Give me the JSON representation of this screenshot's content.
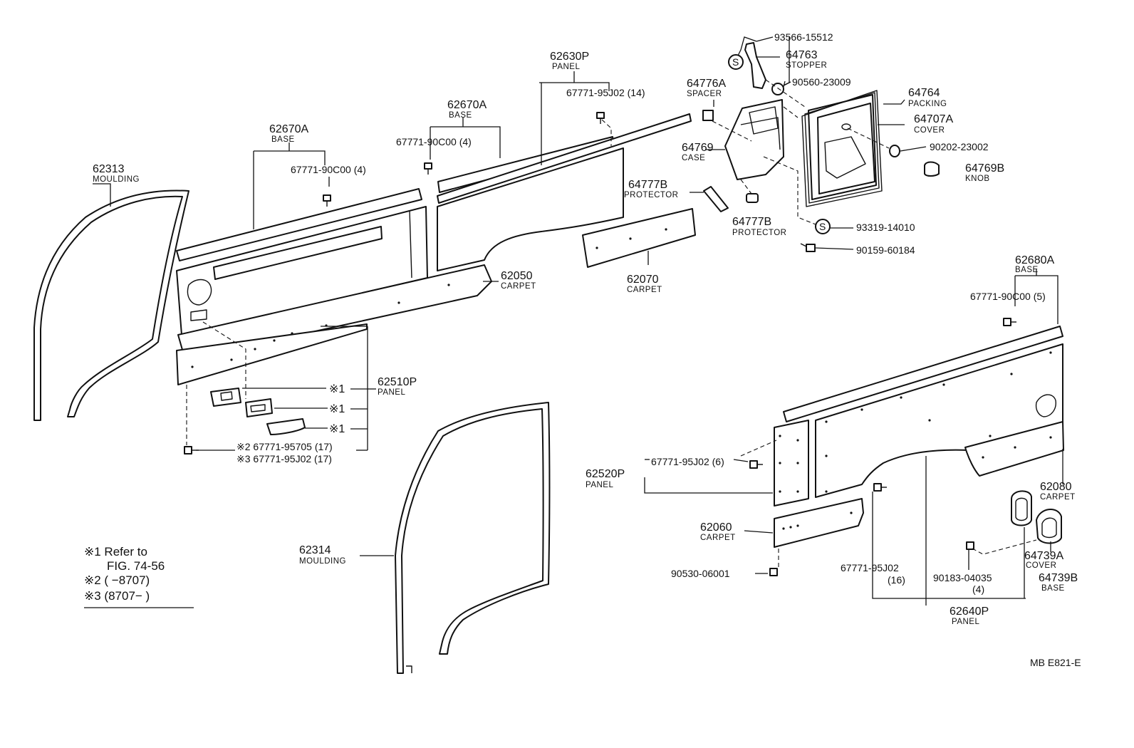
{
  "labels": {
    "p93566": "93566-15512",
    "p64763": "64763",
    "n_stopper": "STOPPER",
    "p90560": "90560-23009",
    "p64764": "64764",
    "n_packing": "PACKING",
    "p64707a": "64707A",
    "n_cover1": "COVER",
    "p90202": "90202-23002",
    "p64769b": "64769B",
    "n_knob": "KNOB",
    "p64776a": "64776A",
    "n_spacer": "SPACER",
    "p64769": "64769",
    "n_case": "CASE",
    "p64777b_1": "64777B",
    "n_protector1": "PROTECTOR",
    "p64777b_2": "64777B",
    "n_protector2": "PROTECTOR",
    "p93319": "93319-14010",
    "p90159": "90159-60184",
    "s_mark_1": "S",
    "s_mark_2": "S",
    "p62630p": "62630P",
    "n_panel_top": "PANEL",
    "p67771_95j02_14": "67771-95J02 (14)",
    "p62670a_2": "62670A",
    "n_base2": "BASE",
    "p67771_90c00_4b": "67771-90C00 (4)",
    "p62670a_1": "62670A",
    "n_base1": "BASE",
    "p67771_90c00_4a": "67771-90C00 (4)",
    "p62313": "62313",
    "n_moulding1": "MOULDING",
    "p62050": "62050",
    "n_carpet1": "CARPET",
    "p62070": "62070",
    "n_carpet2": "CARPET",
    "p62510p": "62510P",
    "n_panel2": "PANEL",
    "ref1a": "※1",
    "ref1b": "※1",
    "ref1c": "※1",
    "ref2_line": "※2 67771-95705 (17)",
    "ref3_line": "※3 67771-95J02 (17)",
    "p62680a": "62680A",
    "n_base3": "BASE",
    "p67771_90c00_5": "67771-90C00 (5)",
    "p62520p": "62520P",
    "n_panel3": "PANEL",
    "p67771_95j02_6": "67771-95J02 (6)",
    "p62060": "62060",
    "n_carpet3": "CARPET",
    "p90530": "90530-06001",
    "p62080": "62080",
    "n_carpet4": "CARPET",
    "p64739a": "64739A",
    "n_cover2": "COVER",
    "p64739b": "64739B",
    "n_base4": "BASE",
    "p67771_95j02_16a": "67771-95J02",
    "p67771_95j02_16b": "(16)",
    "p90183a": "90183-04035",
    "p90183b": "(4)",
    "p62640p": "62640P",
    "n_panel4": "PANEL",
    "p62314": "62314",
    "n_moulding2": "MOULDING",
    "footer": "MB  E821-E"
  },
  "notes": {
    "n1_line1": "※1 Refer to",
    "n1_line2": "FIG. 74-56",
    "n2_line": "※2 (      −8707)",
    "n3_line": "※3 (8707−       )"
  }
}
